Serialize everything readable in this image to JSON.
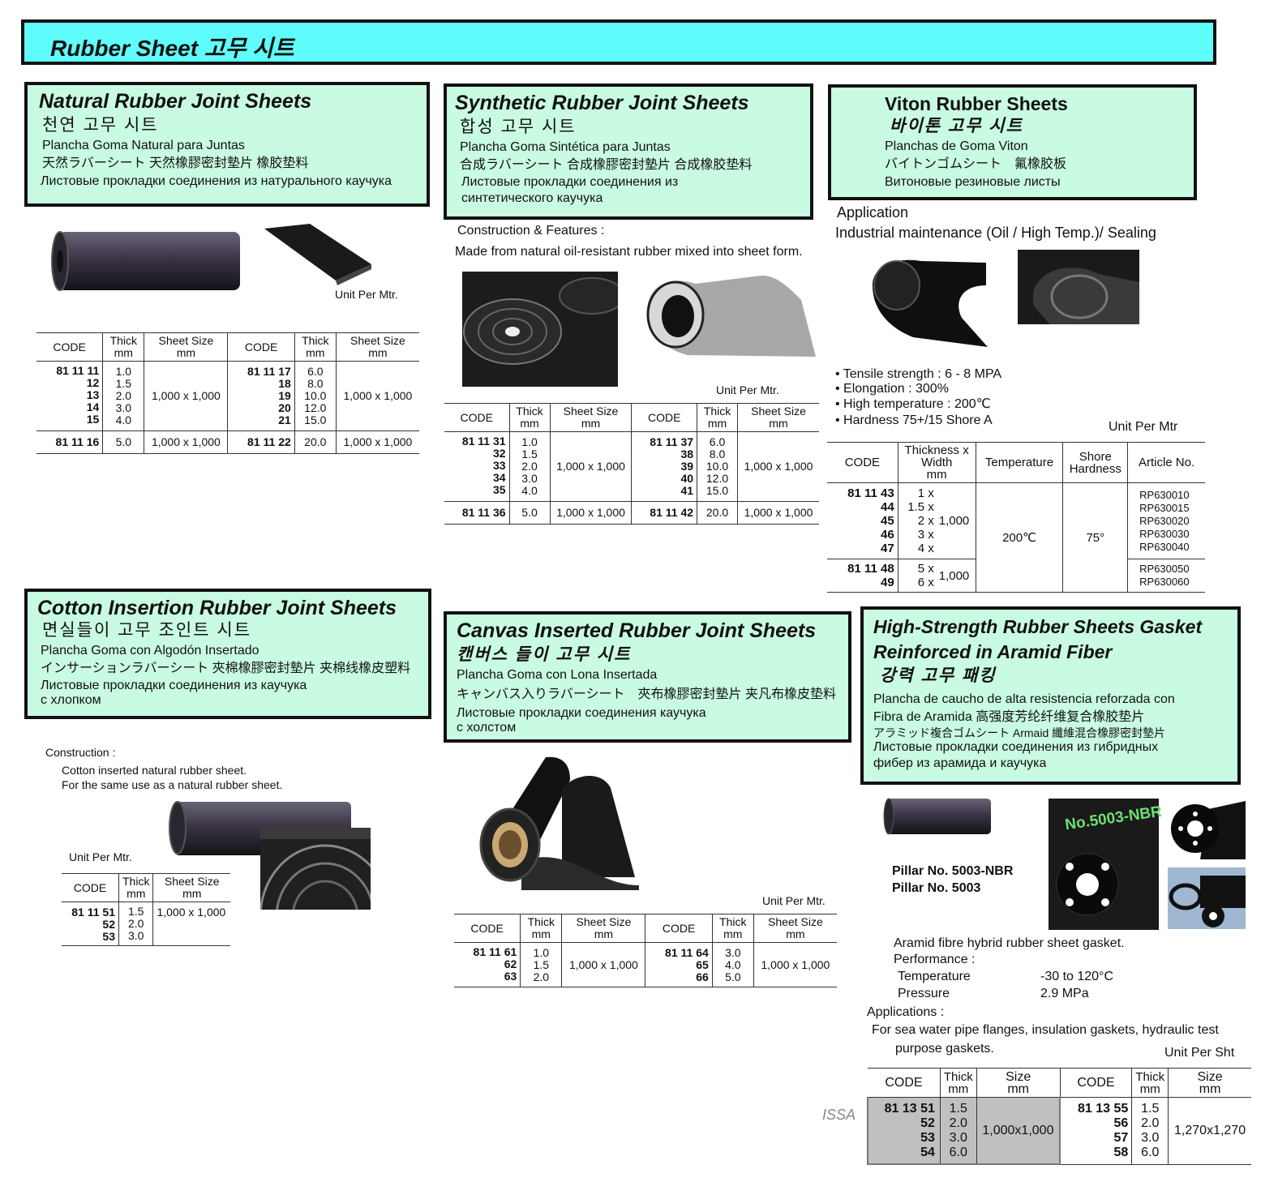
{
  "page": {
    "title": "Rubber Sheet  고무 시트"
  },
  "natural": {
    "title": "Natural Rubber Joint Sheets",
    "korean": "천연 고무 시트",
    "spanish": "Plancha Goma Natural para Juntas",
    "asian": "天然ラバーシート 天然橡膠密封墊片 橡胶垫料",
    "russian": "Листовые прокладки соединения из натурального каучука",
    "unit": "Unit Per Mtr.",
    "headers": [
      "CODE",
      "Thick mm",
      "Sheet Size mm",
      "CODE",
      "Thick mm",
      "Sheet Size mm"
    ],
    "group1": {
      "codes_left": "81 11 11\n12\n13\n14\n15",
      "thick_left": "1.0\n1.5\n2.0\n3.0\n4.0",
      "size_left": "1,000 x 1,000",
      "codes_right": "81 11 17\n18\n19\n20\n21",
      "thick_right": "6.0\n8.0\n10.0\n12.0\n15.0",
      "size_right": "1,000 x 1,000"
    },
    "group2": {
      "code_left": "81 11 16",
      "thick_left": "5.0",
      "size_left": "1,000 x 1,000",
      "code_right": "81 11 22",
      "thick_right": "20.0",
      "size_right": "1,000 x 1,000"
    }
  },
  "synthetic": {
    "title": "Synthetic Rubber Joint Sheets",
    "korean": "합성 고무 시트",
    "spanish": "Plancha Goma Sintética para Juntas",
    "asian": "合成ラバーシート 合成橡膠密封墊片 合成橡胶垫料",
    "russian1": "Листовые прокладки соединения из",
    "russian2": "синтетического каучука",
    "construction_label": "Construction & Features :",
    "construction_text": "Made from natural oil-resistant rubber mixed into sheet form.",
    "unit": "Unit Per Mtr.",
    "headers": [
      "CODE",
      "Thick mm",
      "Sheet Size mm",
      "CODE",
      "Thick mm",
      "Sheet Size mm"
    ],
    "group1": {
      "codes_left": "81 11 31\n32\n33\n34\n35",
      "thick_left": "1.0\n1.5\n2.0\n3.0\n4.0",
      "size_left": "1,000 x 1,000",
      "codes_right": "81 11 37\n38\n39\n40\n41",
      "thick_right": "6.0\n8.0\n10.0\n12.0\n15.0",
      "size_right": "1,000 x 1,000"
    },
    "group2": {
      "code_left": "81 11 36",
      "thick_left": "5.0",
      "size_left": "1,000 x 1,000",
      "code_right": "81 11 42",
      "thick_right": "20.0",
      "size_right": "1,000 x 1,000"
    }
  },
  "viton": {
    "title": "Viton Rubber Sheets",
    "korean": "바이톤 고무 시트",
    "spanish": "Planchas de Goma Viton",
    "asian": "バイトンゴムシート　氟橡胶板",
    "russian": "Витоновые резиновые листы",
    "application_label": "Application",
    "application_text": "Industrial maintenance (Oil / High Temp.)/ Sealing",
    "features": [
      "• Tensile strength : 6 - 8 MPA",
      "• Elongation : 300%",
      "• High temperature : 200℃",
      "• Hardness 75+/15 Shore A"
    ],
    "unit": "Unit Per Mtr",
    "headers": [
      "CODE",
      "Thickness x Width mm",
      "Temperature",
      "Shore Hardness",
      "Article No."
    ],
    "group1": {
      "codes": "81 11 43\n44\n45\n46\n47",
      "thick": "1 x\n1.5 x\n2 x\n3 x\n4 x",
      "width": "1,000",
      "temperature": "200℃",
      "hardness": "75°",
      "articles": "RP630010\nRP630015\nRP630020\nRP630030\nRP630040"
    },
    "group2": {
      "codes": "81 11 48\n49",
      "thick": "5 x\n6 x",
      "width": "1,000",
      "articles": "RP630050\nRP630060"
    }
  },
  "cotton": {
    "title": "Cotton Insertion Rubber Joint Sheets",
    "korean": "면실들이 고무 조인트 시트",
    "spanish": "Plancha Goma con Algodón Insertado",
    "asian": "インサーションラバーシート 夾棉橡膠密封墊片  夹棉线橡皮塑料",
    "russian1": "Листовые прокладки соединения из каучука",
    "russian2": "с хлопком",
    "construction_label": "Construction :",
    "construction_line1": "Cotton inserted natural rubber sheet.",
    "construction_line2": "For the same use as a natural rubber sheet.",
    "unit": "Unit Per Mtr.",
    "headers": [
      "CODE",
      "Thick mm",
      "Sheet Size mm"
    ],
    "codes": "81 11 51\n52\n53",
    "thick": "1.5\n2.0\n3.0",
    "size": "1,000 x 1,000"
  },
  "canvas": {
    "title": "Canvas Inserted Rubber Joint Sheets",
    "korean": "캔버스 들이 고무 시트",
    "spanish": "Plancha Goma con Lona Insertada",
    "asian": "キャンバス入りラバーシート　夾布橡膠密封墊片  夹凡布橡皮垫料",
    "russian1": "Листовые прокладки соединения каучука",
    "russian2": "с холстом",
    "unit": "Unit Per Mtr.",
    "headers": [
      "CODE",
      "Thick mm",
      "Sheet Size mm",
      "CODE",
      "Thick mm",
      "Sheet Size mm"
    ],
    "codes_left": "81 11 61\n62\n63",
    "thick_left": "1.0\n1.5\n2.0",
    "size_left": "1,000 x 1,000",
    "codes_right": "81 11 64\n65\n66",
    "thick_right": "3.0\n4.0\n5.0",
    "size_right": "1,000 x 1,000"
  },
  "aramid": {
    "title1": "High-Strength Rubber Sheets Gasket",
    "title2": "Reinforced in Aramid Fiber",
    "korean": "강력 고무 패킹",
    "spanish1": "Plancha de caucho de alta resistencia reforzada con",
    "spanish2": "Fibra de Aramida 高强度芳纶纤维复合橡胶垫片",
    "asian": "アラミッド複合ゴムシート      Armaid 纖維混合橡膠密封墊片",
    "russian1": "Листовые прокладки соединения из гибридных",
    "russian2": "фибер из арамида и каучука",
    "pillar1": "Pillar No. 5003-NBR",
    "pillar2": "Pillar No. 5003",
    "product_tag": "No.5003-NBR",
    "description": "Aramid fibre hybrid rubber sheet gasket.",
    "performance_label": "Performance :",
    "temperature_label": "Temperature",
    "temperature_value": "-30 to 120°C",
    "pressure_label": "Pressure",
    "pressure_value": "2.9 MPa",
    "applications_label": "Applications :",
    "applications_line1": "For sea water pipe flanges, insulation gaskets, hydraulic test",
    "applications_line2": "purpose gaskets.",
    "unit": "Unit Per Sht",
    "issa": "ISSA",
    "headers": [
      "CODE",
      "Thick mm",
      "Size mm",
      "CODE",
      "Thick mm",
      "Size mm"
    ],
    "codes_left": "81 13 51\n52\n53\n54",
    "thick_left": "1.5\n2.0\n3.0\n6.0",
    "size_left": "1,000x1,000",
    "codes_right": "81 13 55\n56\n57\n58",
    "thick_right": "1.5\n2.0\n3.0\n6.0",
    "size_right": "1,270x1,270"
  }
}
